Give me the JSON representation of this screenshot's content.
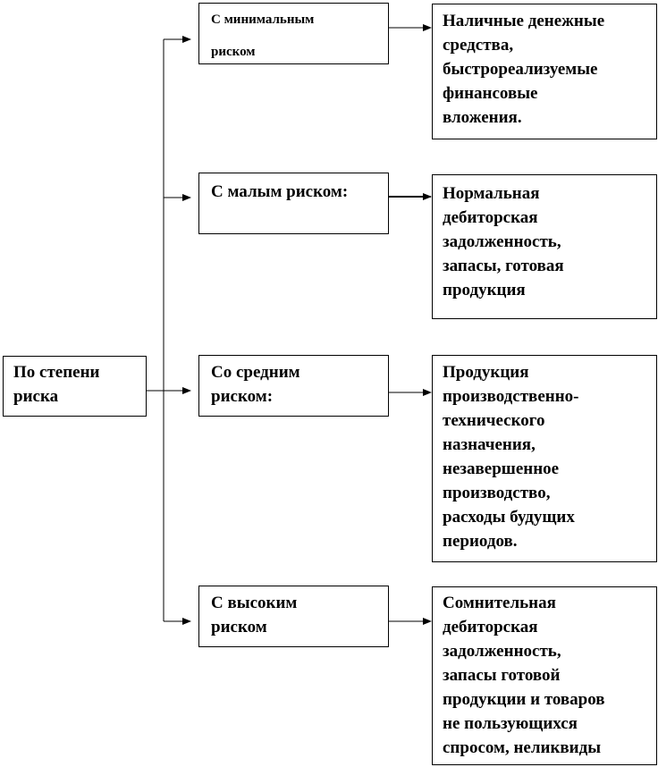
{
  "root": {
    "label": "По степени\nриска"
  },
  "categories": [
    {
      "label": "С минимальным\nриском",
      "items": "Наличные денежные\nсредства,\nбыстрореализуемые\nфинансовые\nвложения."
    },
    {
      "label": "С малым риском:",
      "items": "Нормальная\nдебиторская\nзадолженность,\nзапасы, готовая\nпродукция"
    },
    {
      "label": "Со средним\nриском:",
      "items": "Продукция\nпроизводственно-\nтехнического\nназначения,\nнезавершенное\nпроизводство,\nрасходы будущих\nпериодов."
    },
    {
      "label": "С высоким\nриском",
      "items": "Сомнительная\nдебиторская\nзадолженность,\nзапасы готовой\nпродукции и товаров\nне пользующихся\nспросом, неликвиды"
    }
  ]
}
